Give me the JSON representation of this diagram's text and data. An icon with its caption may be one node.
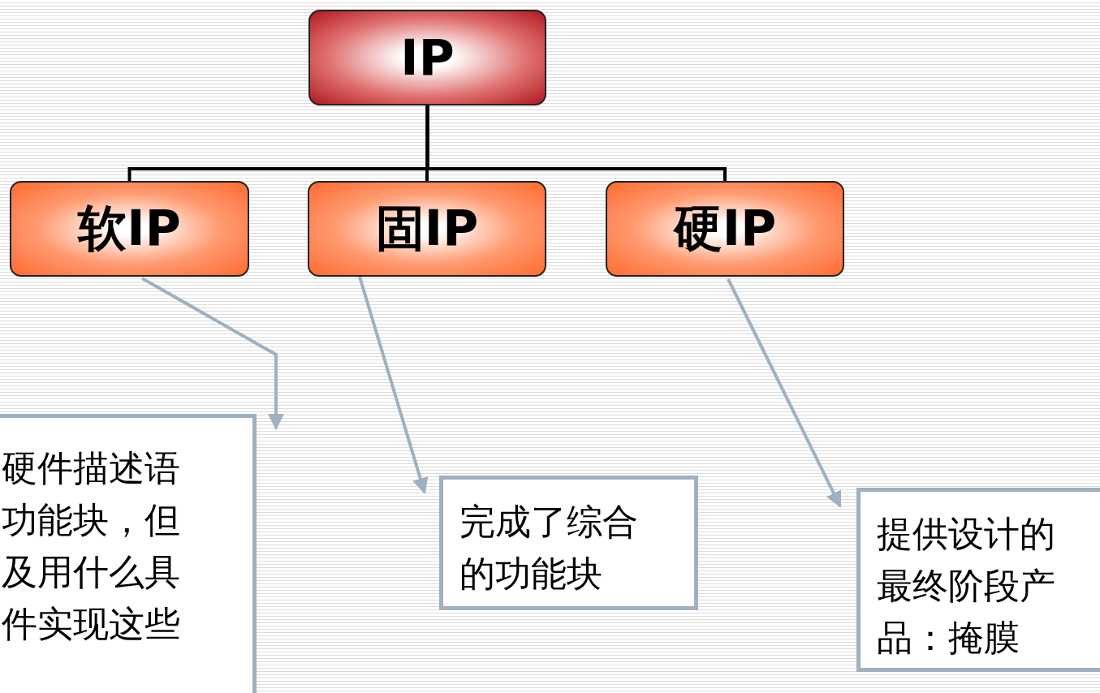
{
  "diagram": {
    "nodes": [
      {
        "text": [
          "IP"
        ]
      },
      {
        "text": [
          "软IP"
        ]
      },
      {
        "text": [
          "固IP"
        ]
      },
      {
        "text": [
          "硬IP"
        ]
      },
      {
        "text": [
          "硬件描述语功能块，但及用什么具件实现这些"
        ]
      },
      {
        "text": [
          "完成了综合的功能块"
        ]
      },
      {
        "text": [
          "提供设计的最终阶段产品：掩膜"
        ]
      }
    ],
    "edges": [
      {
        "from": 0,
        "to": 1,
        "arrow": "none"
      },
      {
        "from": 0,
        "to": 2,
        "arrow": "none"
      },
      {
        "from": 0,
        "to": 3,
        "arrow": "none"
      },
      {
        "from": 1,
        "to": 4,
        "arrow": "to",
        "color": "#a0b0c0"
      },
      {
        "from": 2,
        "to": 5,
        "arrow": "to",
        "color": "#a0b0c0"
      },
      {
        "from": 3,
        "to": 6,
        "arrow": "to",
        "color": "#a0b0c0"
      }
    ]
  }
}
